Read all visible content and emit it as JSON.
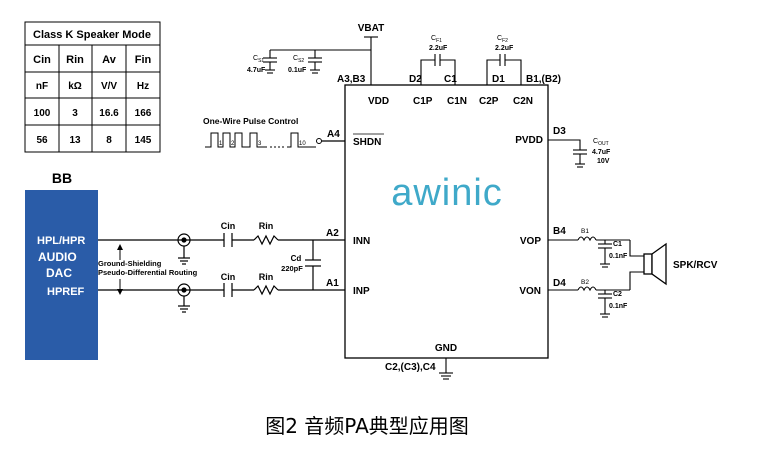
{
  "table": {
    "title": "Class K Speaker Mode",
    "headers": [
      "Cin",
      "Rin",
      "Av",
      "Fin"
    ],
    "units": [
      "nF",
      "kΩ",
      "V/V",
      "Hz"
    ],
    "rows": [
      [
        "100",
        "3",
        "16.6",
        "166"
      ],
      [
        "56",
        "13",
        "8",
        "145"
      ]
    ]
  },
  "source": {
    "title": "BB",
    "lines": [
      "HPL/HPR",
      "AUDIO",
      "DAC",
      "HPREF"
    ],
    "color": "#2a5ca8"
  },
  "routing_note": [
    "Ground-Shielding",
    "Pseudo-Differential Routing"
  ],
  "one_wire": {
    "label": "One-Wire Pulse Control",
    "pulses": [
      "1",
      "2",
      "3",
      "10"
    ]
  },
  "chip": {
    "brand": "awinic",
    "brand_color": "#3fa9c9",
    "pins_top": [
      "VDD",
      "C1P",
      "C1N",
      "C2P",
      "C2N"
    ],
    "pins_left": [
      "SHDN",
      "INN",
      "INP"
    ],
    "pins_right": [
      "PVDD",
      "VOP",
      "VON"
    ],
    "pin_bottom": "GND"
  },
  "balls": {
    "vdd": "A3,B3",
    "c1p": "D2",
    "c1n": "C1",
    "c2p": "D1",
    "c2n": "B1,(B2)",
    "shdn": "A4",
    "inn": "A2",
    "inp": "A1",
    "pvdd": "D3",
    "vop": "B4",
    "von": "D4",
    "gnd": "C2,(C3),C4"
  },
  "power": {
    "vbat": "VBAT"
  },
  "components": {
    "cs1": {
      "name": "C",
      "sub": "S1",
      "value": "4.7uF"
    },
    "cs2": {
      "name": "C",
      "sub": "S2",
      "value": "0.1uF"
    },
    "cf1": {
      "name": "C",
      "sub": "F1",
      "value": "2.2uF"
    },
    "cf2": {
      "name": "C",
      "sub": "F2",
      "value": "2.2uF"
    },
    "cout": {
      "name": "C",
      "sub": "OUT",
      "value": "4.7uF",
      "rating": "10V"
    },
    "cin": "Cin",
    "rin": "Rin",
    "cd": {
      "name": "Cd",
      "value": "220pF"
    },
    "b1": "B1",
    "b2": "B2",
    "c1": {
      "name": "C1",
      "value": "0.1nF"
    },
    "c2": {
      "name": "C2",
      "value": "0.1nF"
    }
  },
  "speaker": {
    "label": "SPK/RCV"
  },
  "caption": "图2 音频PA典型应用图"
}
